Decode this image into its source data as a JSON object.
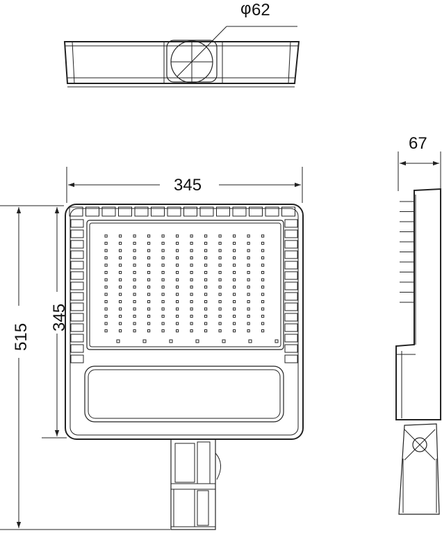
{
  "dimensions": {
    "diameter": "62",
    "top_width": "345",
    "left_height_inner": "345",
    "left_height_total": "515",
    "side_depth": "67"
  },
  "symbols": {
    "diameter_symbol": "φ"
  },
  "colors": {
    "line": "#222222",
    "background": "#ffffff"
  }
}
